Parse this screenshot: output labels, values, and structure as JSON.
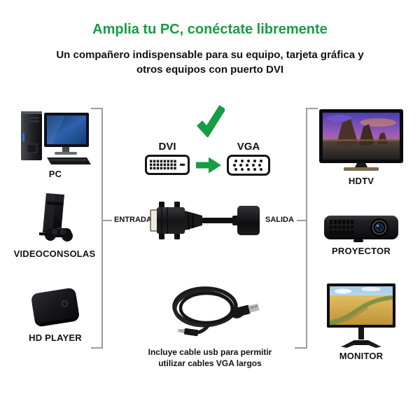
{
  "header": {
    "title": "Amplia tu PC, conéctate libremente",
    "subtitle_line1": "Un compañero indispensable para su equipo, tarjeta gráfica y",
    "subtitle_line2": "otros equipos con puerto DVI"
  },
  "colors": {
    "accent_green": "#189c44",
    "bracket_gray": "#9c9c9c",
    "text_black": "#111111"
  },
  "left_devices": [
    {
      "label": "PC",
      "icon": "desktop-pc-illustration"
    },
    {
      "label": "VIDEOCONSOLAS",
      "icon": "game-console-illustration"
    },
    {
      "label": "HD PLAYER",
      "icon": "hd-player-box-illustration"
    }
  ],
  "right_devices": [
    {
      "label": "HDTV",
      "icon": "hdtv-illustration"
    },
    {
      "label": "PROYECTOR",
      "icon": "projector-illustration"
    },
    {
      "label": "MONITOR",
      "icon": "monitor-illustration"
    }
  ],
  "center": {
    "check_icon": "green-checkmark-icon",
    "dvi_label": "DVI",
    "arrow_icon": "green-right-arrow-icon",
    "vga_label": "VGA",
    "input_label": "ENTRADA",
    "output_label": "SALIDA",
    "adapter_icon": "dvi-to-vga-adapter-photo",
    "usb_cable_icon": "usb-cable-photo",
    "usb_note_line1": "Incluye cable usb para permitir",
    "usb_note_line2": "utilizar cables VGA largos"
  }
}
